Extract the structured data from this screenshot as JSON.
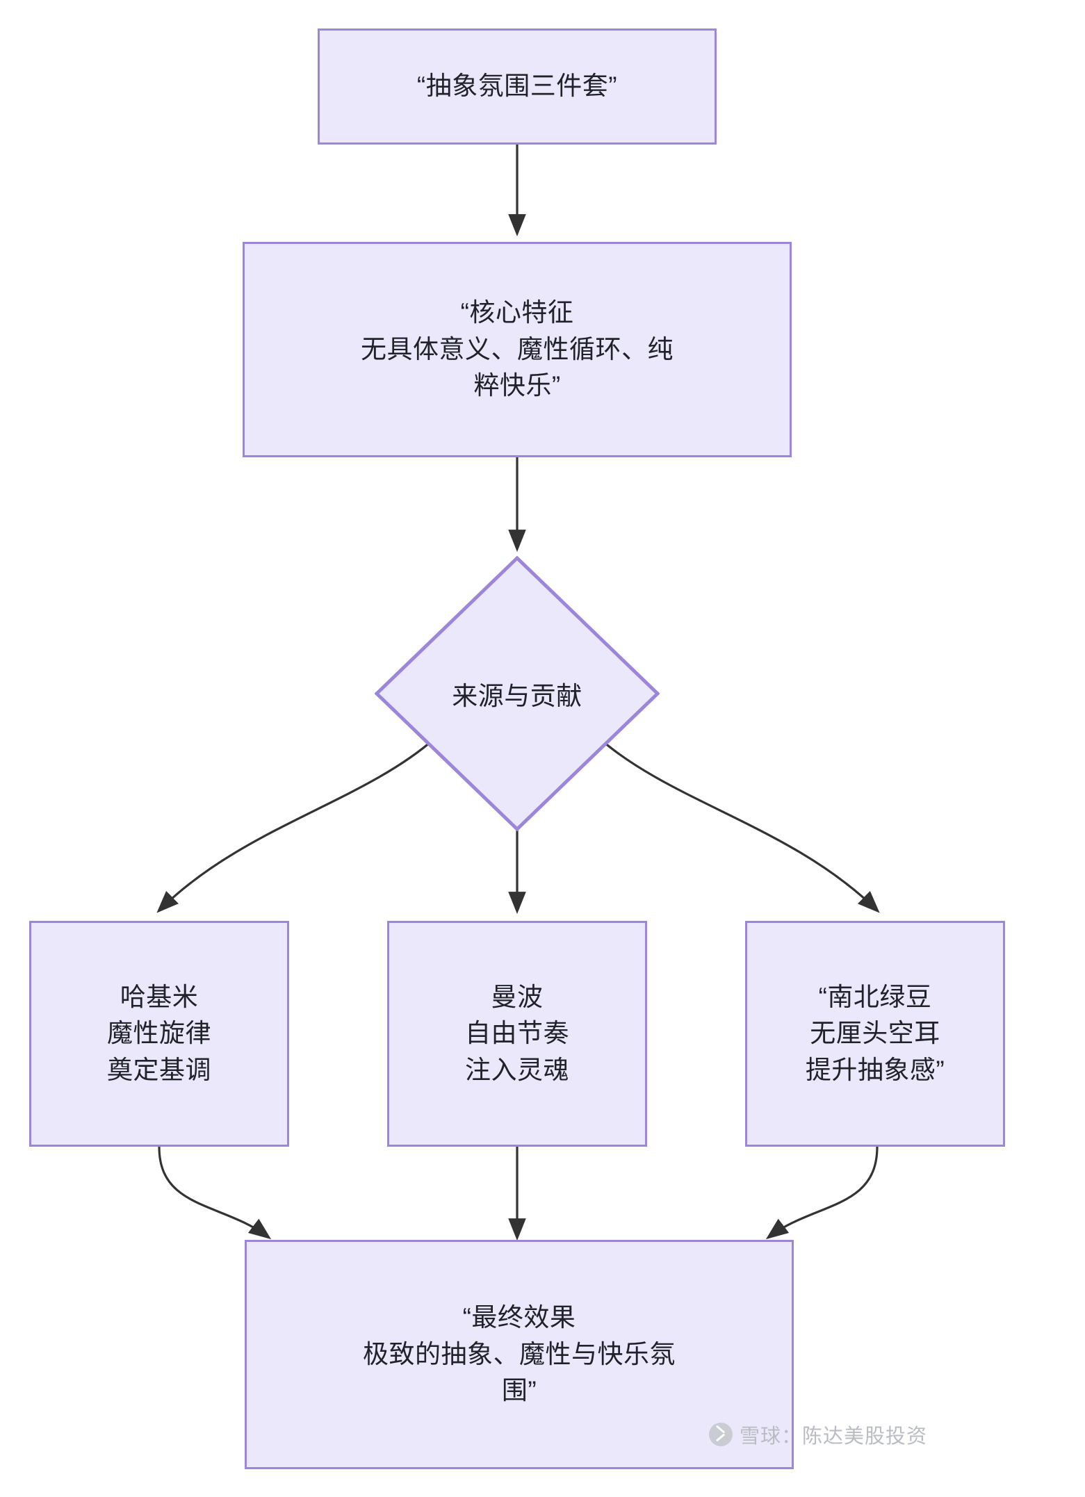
{
  "diagram": {
    "type": "flowchart",
    "direction": "top-down",
    "theme": {
      "node_fill": "#ECE8FB",
      "node_border": "#9B86D9",
      "edge_color": "#333333",
      "text_color": "#1f2329",
      "background": "#ffffff"
    },
    "nodes": [
      {
        "id": "n1",
        "shape": "rect",
        "label": "“抽象氛围三件套”"
      },
      {
        "id": "n2",
        "shape": "rect",
        "label": "“核心特征\n无具体意义、魔性循环、纯\n粹快乐”"
      },
      {
        "id": "n3",
        "shape": "diamond",
        "label": "来源与贡献"
      },
      {
        "id": "n4",
        "shape": "rect",
        "label": "哈基米\n魔性旋律\n奠定基调"
      },
      {
        "id": "n5",
        "shape": "rect",
        "label": "曼波\n自由节奏\n注入灵魂"
      },
      {
        "id": "n6",
        "shape": "rect",
        "label": "“南北绿豆\n无厘头空耳\n提升抽象感”"
      },
      {
        "id": "n7",
        "shape": "rect",
        "label": "“最终效果\n极致的抽象、魔性与快乐氛\n围”"
      }
    ],
    "edges": [
      {
        "from": "n1",
        "to": "n2"
      },
      {
        "from": "n2",
        "to": "n3"
      },
      {
        "from": "n3",
        "to": "n4"
      },
      {
        "from": "n3",
        "to": "n5"
      },
      {
        "from": "n3",
        "to": "n6"
      },
      {
        "from": "n4",
        "to": "n7"
      },
      {
        "from": "n5",
        "to": "n7"
      },
      {
        "from": "n6",
        "to": "n7"
      }
    ]
  },
  "watermark": {
    "text": "雪球：陈达美股投资",
    "icon": "xueqiu-logo-icon"
  }
}
